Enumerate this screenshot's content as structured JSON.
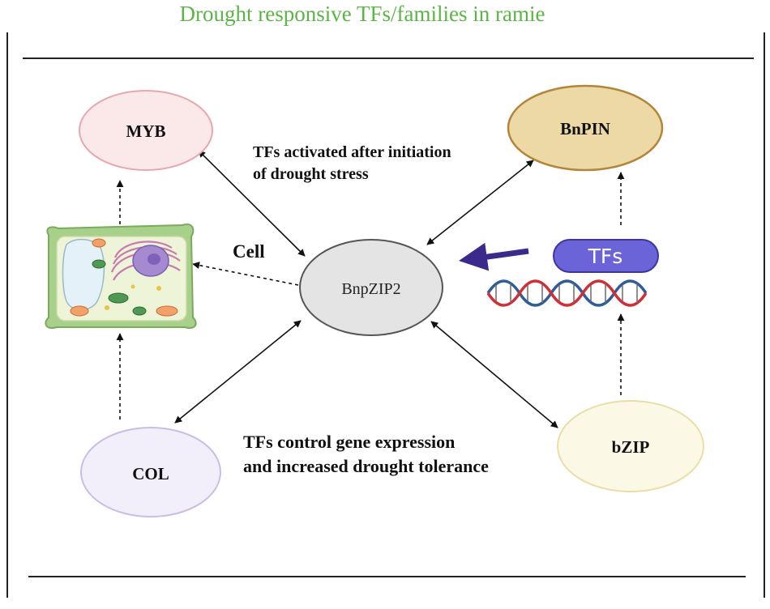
{
  "title": "Drought responsive TFs/families in ramie",
  "nodes": {
    "myb": "MYB",
    "bnpin": "BnPIN",
    "bnpzip2": "BnpZIP2",
    "col": "COL",
    "bzip": "bZIP",
    "tfs_pill": "TFs"
  },
  "labels": {
    "cell": "Cell",
    "activated_line1": "TFs activated after initiation",
    "activated_line2": "of drought stress",
    "control_line1": "TFs control gene expression",
    "control_line2": "and increased drought tolerance"
  },
  "colors": {
    "title": "#5cb447",
    "myb_fill": "#fbe9ea",
    "myb_stroke": "#e7a7ad",
    "bnpin_fill": "#ecd9a6",
    "bnpin_stroke": "#b3853a",
    "center_fill": "#e4e4e4",
    "center_stroke": "#555555",
    "col_fill": "#f3effa",
    "col_stroke": "#c9bde6",
    "bzip_fill": "#fcf8e6",
    "bzip_stroke": "#e9dea6",
    "tfs_fill": "#6b63d8",
    "tfs_stroke": "#3d36a0",
    "dna_red": "#cf2f35",
    "dna_blue": "#2f5d97",
    "purple_arrow": "#3b2a8c"
  },
  "icons": [
    "plant-cell-icon",
    "dna-helix-icon"
  ]
}
